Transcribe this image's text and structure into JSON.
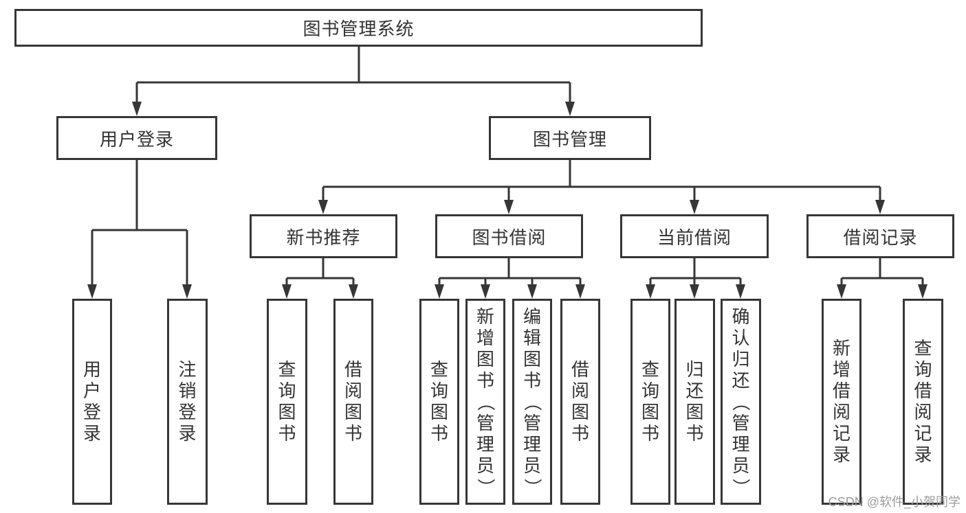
{
  "root": {
    "label": "图书管理系统"
  },
  "level1": [
    {
      "label": "用户登录"
    },
    {
      "label": "图书管理"
    }
  ],
  "level2": [
    {
      "label": "新书推荐"
    },
    {
      "label": "图书借阅"
    },
    {
      "label": "当前借阅"
    },
    {
      "label": "借阅记录"
    }
  ],
  "leaves": [
    {
      "label": "用户登录"
    },
    {
      "label": "注销登录"
    },
    {
      "label": "查询图书"
    },
    {
      "label": "借阅图书"
    },
    {
      "label": "查询图书"
    },
    {
      "label": "新增图书（管理员）"
    },
    {
      "label": "编辑图书（管理员）"
    },
    {
      "label": "借阅图书"
    },
    {
      "label": "查询图书"
    },
    {
      "label": "归还图书"
    },
    {
      "label": "确认归还（管理员）"
    },
    {
      "label": "新增借阅记录"
    },
    {
      "label": "查询借阅记录"
    }
  ],
  "watermark": "CSDN @软件_小贺同学",
  "colors": {
    "line": "#363636",
    "text": "#333333",
    "watermark": "#9c9c9c",
    "background": "#ffffff"
  }
}
